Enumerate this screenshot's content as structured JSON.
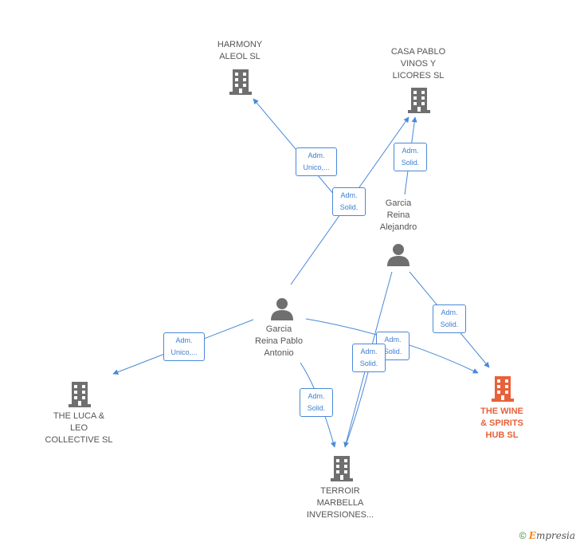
{
  "nodes": {
    "harmony": {
      "label": "HARMONY\nALEOL  SL"
    },
    "casa_pablo": {
      "label": "CASA PABLO\nVINOS Y\nLICORES SL"
    },
    "garcia_alejandro": {
      "label": "Garcia\nReina\nAlejandro"
    },
    "garcia_pablo": {
      "label": "Garcia\nReina Pablo\nAntonio"
    },
    "luca_leo": {
      "label": "THE LUCA &\nLEO\nCOLLECTIVE  SL"
    },
    "terroir": {
      "label": "TERROIR\nMARBELLA\nINVERSIONES..."
    },
    "wine_spirits": {
      "label": "THE WINE\n& SPIRITS\nHUB  SL"
    }
  },
  "edges": {
    "e1": "Adm.\nUnico,...",
    "e2": "Adm.\nSolid.",
    "e3": "Adm.\nSolid.",
    "e4": "Adm.\nSolid.",
    "e5": "Adm.\nUnico,...",
    "e6": "Adm.\nSolid.",
    "e7": "Adm.\nSolid.",
    "e8": "Adm.\nSolid."
  },
  "colors": {
    "edge": "#4a89d8",
    "company": "#6f6f6f",
    "main_company": "#e8613a",
    "person": "#6f6f6f"
  },
  "footer": {
    "copyright": "©",
    "brand_first": "E",
    "brand_rest": "mpresia"
  }
}
